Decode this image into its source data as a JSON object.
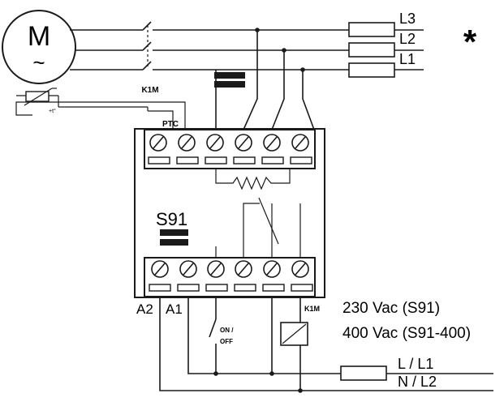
{
  "motor": {
    "letter": "M",
    "symbol": "~"
  },
  "contactor_label_top": "K1M",
  "sensor_label": "+t°",
  "ptc_label": "PTC",
  "phases": [
    "L3",
    "L2",
    "L1"
  ],
  "asterisk": "*",
  "relay_name": "S91",
  "terminals": {
    "a2": "A2",
    "a1": "A1"
  },
  "switch_label": [
    "ON /",
    "OFF"
  ],
  "coil_label": "K1M",
  "voltage_notes": [
    "230 Vac (S91)",
    "400 Vac (S91-400)"
  ],
  "supply": [
    "L / L1",
    "N / L2"
  ]
}
